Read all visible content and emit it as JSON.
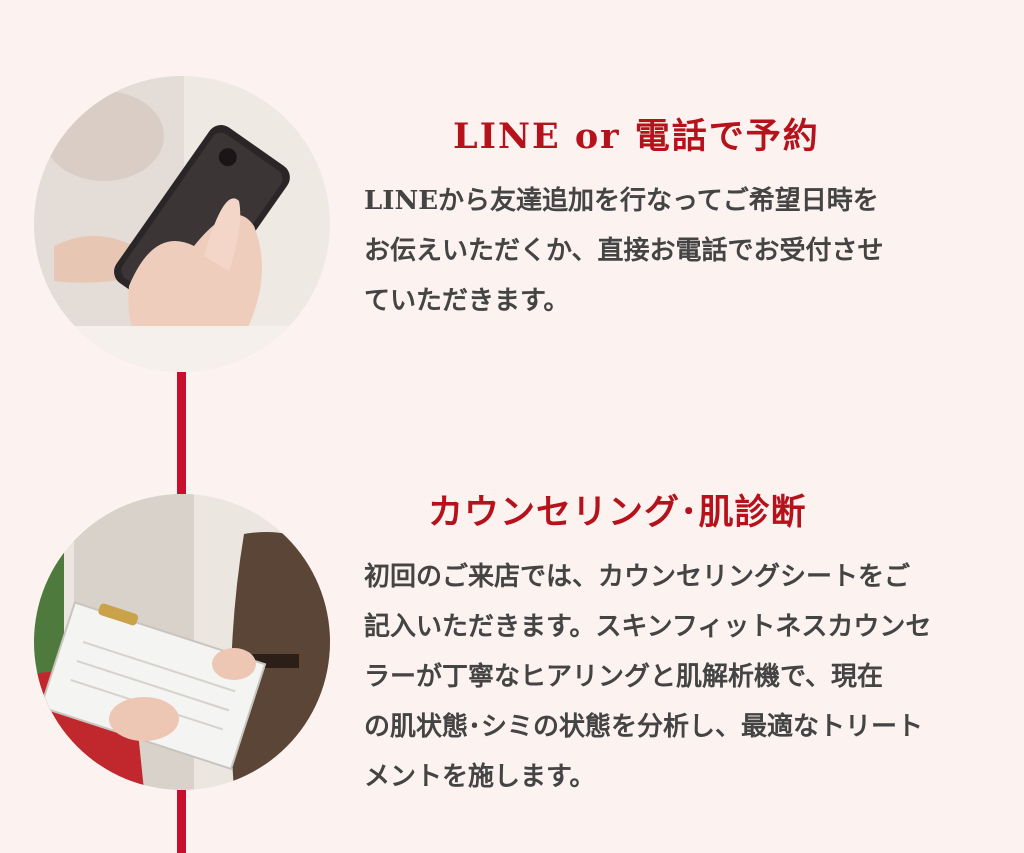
{
  "steps": [
    {
      "title": "LINE or 電話で予約",
      "body": "LINEから友達追加を行なってご希望日時を\nお伝えいただくか、直接お電話でお受付させ\nていただきます。",
      "image": "hand-holding-smartphone-photo"
    },
    {
      "title": "カウンセリング･肌診断",
      "body": "初回のご来店では、カウンセリングシートをご\n記入いただきます。スキンフィットネスカウンセ\nラーが丁寧なヒアリングと肌解析機で、現在\nの肌状態･シミの状態を分析し、最適なトリート\nメントを施します。",
      "image": "counseling-clipboard-photo"
    }
  ],
  "colors": {
    "background": "#fcf3f1",
    "accent": "#b5121b",
    "timeline": "#c8102e",
    "text": "#444444"
  }
}
